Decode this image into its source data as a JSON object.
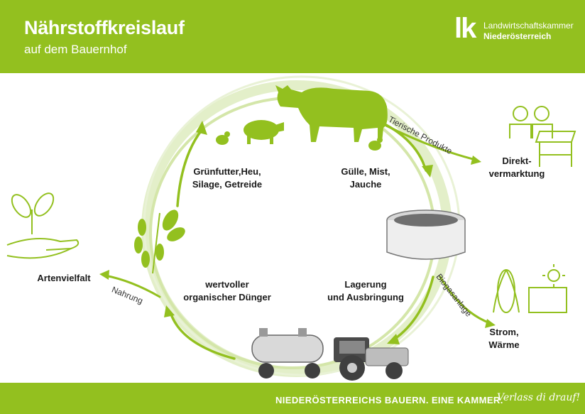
{
  "header": {
    "title": "Nährstoffkreislauf",
    "subtitle": "auf dem Bauernhof",
    "logo_mark": "lk",
    "logo_line1": "Landwirtschaftskammer",
    "logo_line2": "Niederösterreich"
  },
  "cycle": {
    "feed": "Grünfutter,Heu,\nSilage, Getreide",
    "manure": "Gülle, Mist,\nJauche",
    "storage": "Lagerung\nund Ausbringung",
    "fertilizer": "wertvoller\norganischer Dünger"
  },
  "outputs": {
    "animal_products_arrow": "Tierische Produkte",
    "direct_marketing": "Direkt-\nvermarktung",
    "biogas_arrow": "Biogasanlage",
    "energy": "Strom,\nWärme",
    "food_arrow": "Nahrung",
    "biodiversity": "Artenvielfalt"
  },
  "footer": {
    "slogan": "NIEDERÖSTERREICHS BAUERN. EINE KAMMER.",
    "tagline": "Verlass di drauf!"
  },
  "colors": {
    "brand_green": "#93c01f",
    "light_green": "#c7dd8f",
    "dark_gray": "#4a4a4a"
  }
}
